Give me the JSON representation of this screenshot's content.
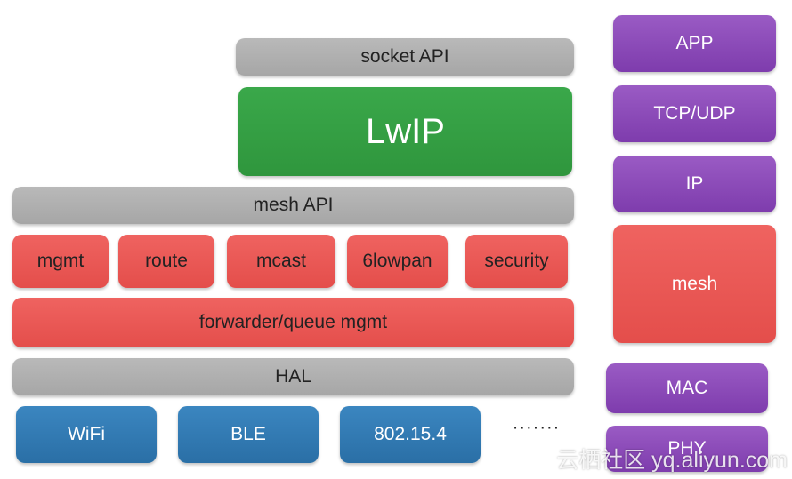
{
  "left_stack": {
    "socket_api": "socket API",
    "lwip": "LwIP",
    "mesh_api": "mesh API",
    "modules": [
      "mgmt",
      "route",
      "mcast",
      "6lowpan",
      "security"
    ],
    "forwarder": "forwarder/queue mgmt",
    "hal": "HAL",
    "links": [
      "WiFi",
      "BLE",
      "802.15.4"
    ],
    "more": "·······"
  },
  "right_stack": {
    "app": "APP",
    "tcpudp": "TCP/UDP",
    "ip": "IP",
    "mesh": "mesh",
    "mac": "MAC",
    "phy": "PHY"
  },
  "watermark": "云栖社区 yq.aliyun.com",
  "colors": {
    "gray": "#aeaeae",
    "green": "#349e43",
    "red": "#ea5855",
    "purple": "#8a48b7",
    "blue": "#3179b3"
  }
}
